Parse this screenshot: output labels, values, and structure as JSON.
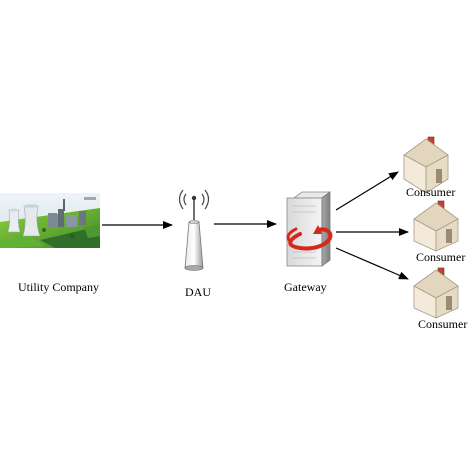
{
  "nodes": {
    "utility": {
      "label": "Utility Company"
    },
    "dau": {
      "label": "DAU"
    },
    "gateway": {
      "label": "Gateway"
    },
    "consumers": [
      {
        "label": "Consumer"
      },
      {
        "label": "Consumer"
      },
      {
        "label": "Consumer"
      }
    ]
  },
  "colors": {
    "arrow": "#000000",
    "gateway_swirl": "#d42a1e",
    "house_wall": "#f3ead9",
    "house_roof": "#e2d6bf",
    "house_chimney": "#c0442e",
    "background": "#ffffff"
  },
  "icons": {
    "utility": "power-plant-image",
    "dau": "antenna-tower-icon",
    "gateway": "server-gateway-icon",
    "consumer": "house-icon"
  }
}
